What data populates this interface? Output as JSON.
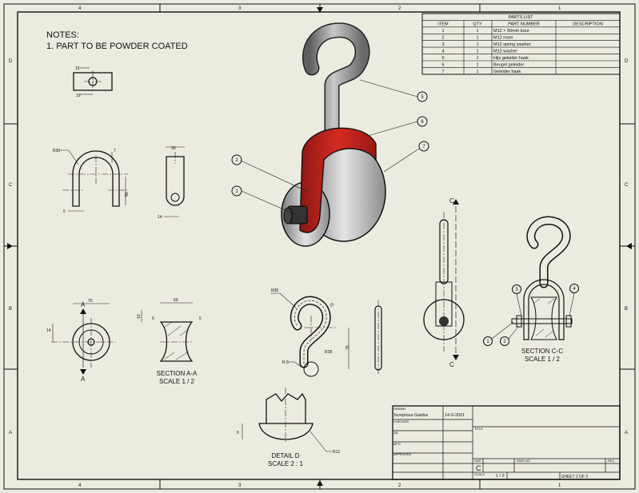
{
  "notes": {
    "title": "NOTES:",
    "item": "1.    PART TO BE POWDER COATED"
  },
  "zones": {
    "columns": [
      "4",
      "3",
      "2",
      "1"
    ],
    "rows": [
      "D",
      "C",
      "B",
      "A"
    ]
  },
  "parts_list": {
    "title": "PARTS LIST",
    "headers": [
      "ITEM",
      "QTY",
      "PART NUMBER",
      "DESCRIPTION"
    ],
    "rows": [
      [
        "1",
        "1",
        "M12 × 90mm bout",
        ""
      ],
      [
        "2",
        "1",
        "M12 moer",
        ""
      ],
      [
        "3",
        "1",
        "M12 spring washer",
        ""
      ],
      [
        "4",
        "1",
        "M12 washer",
        ""
      ],
      [
        "5",
        "1",
        "Hijs geleider haak",
        ""
      ],
      [
        "6",
        "1",
        "Beugel geleider",
        ""
      ],
      [
        "7",
        "1",
        "Geleider haak",
        ""
      ]
    ]
  },
  "balloons": [
    "1",
    "2",
    "5",
    "6",
    "7",
    "3",
    "4",
    "1",
    "2"
  ],
  "dimensions": {
    "plate": [
      "15",
      "19"
    ],
    "bracket": [
      "R30",
      "7",
      "50",
      "5",
      "30",
      "14"
    ],
    "pulley": [
      "70",
      "14",
      "10",
      "60",
      "5",
      "5"
    ],
    "hook": [
      "R30",
      "15",
      "R28",
      "75",
      "R.5"
    ],
    "detail": [
      "6",
      "R12"
    ]
  },
  "section_labels": {
    "a_marker": "A",
    "c_marker": "C"
  },
  "views": {
    "section_aa": {
      "title": "SECTION A-A",
      "scale": "SCALE 1 / 2"
    },
    "section_cc": {
      "title": "SECTION C-C",
      "scale": "SCALE 1 / 2"
    },
    "detail_d": {
      "title": "DETAIL  D",
      "scale": "SCALE 2 : 1"
    }
  },
  "title_block": {
    "drawn_label": "DRAWN",
    "drawn_by": "Scorpious Gaizka",
    "drawn_date": "14-9-2021",
    "checked_label": "CHECKED",
    "qa_label": "QA",
    "mfg_label": "MFG",
    "approved_label": "APPROVED",
    "title_label": "TITLE",
    "size_label": "SIZE",
    "size": "C",
    "dwg_no_label": "DWG NO",
    "rev_label": "REV",
    "scale_label": "SCALE",
    "scale": "1 / 2",
    "sheet": "SHEET 2  OF 2"
  },
  "colors": {
    "paper": "#ecebdf",
    "bracket": "#c0231d",
    "metal": "#9a9a9a"
  }
}
